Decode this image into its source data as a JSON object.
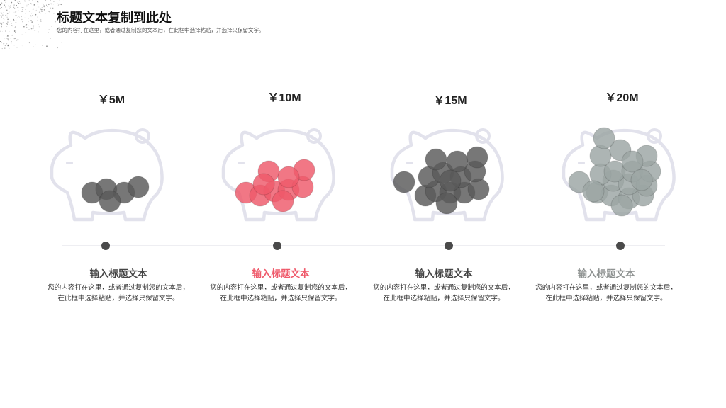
{
  "header": {
    "title": "标题文本复制到此处",
    "subtitle": "您的内容打在这里，或者通过复制您的文本后，在此框中选择粘贴，并选择只保留文字。"
  },
  "colors": {
    "dark": "#5a5a5a",
    "accent": "#ef5a6b",
    "gray": "#9ca6a4",
    "pig_outline": "#e2e2ec",
    "timeline_dot": "#4a4a4a"
  },
  "items": [
    {
      "amount": "￥5M",
      "title": "输入标题文本",
      "desc_line1": "您的内容打在这里，或者通过复制您的文本后，",
      "desc_line2": "在此框中选择粘贴，并选择只保留文字。",
      "title_color": "#444444",
      "coin_color": "#5a5a5a",
      "coin_count": 5,
      "icon": "piggy-bank-icon"
    },
    {
      "amount": "￥10M",
      "title": "输入标题文本",
      "desc_line1": "您的内容打在这里，或者通过复制您的文本后，",
      "desc_line2": "在此框中选择粘贴，并选择只保留文字。",
      "title_color": "#ef5a6b",
      "coin_color": "#ef5a6b",
      "coin_count": 10,
      "icon": "piggy-bank-icon"
    },
    {
      "amount": "￥15M",
      "title": "输入标题文本",
      "desc_line1": "您的内容打在这里，或者通过复制您的文本后，",
      "desc_line2": "在此框中选择粘贴，并选择只保留文字。",
      "title_color": "#444444",
      "coin_color": "#5a5a5a",
      "coin_count": 15,
      "icon": "piggy-bank-icon"
    },
    {
      "amount": "￥20M",
      "title": "输入标题文本",
      "desc_line1": "您的内容打在这里，或者通过复制您的文本后，",
      "desc_line2": "在此框中选择粘贴，并选择只保留文字。",
      "title_color": "#8f9392",
      "coin_color": "#9ca6a4",
      "coin_count": 20,
      "icon": "piggy-bank-icon"
    }
  ]
}
